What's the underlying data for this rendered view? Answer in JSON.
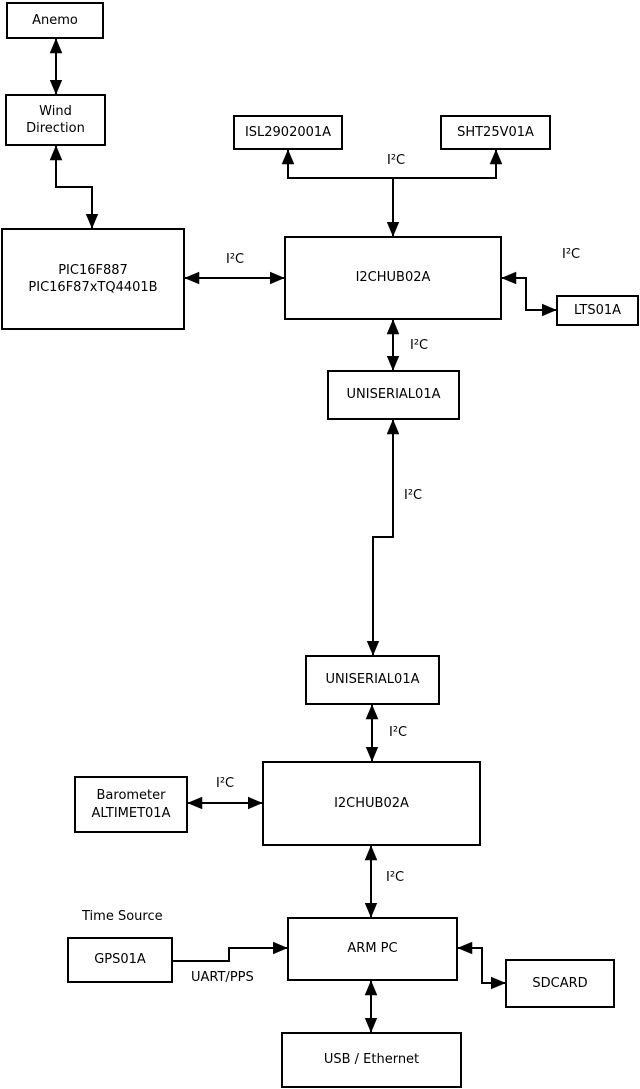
{
  "diagram": {
    "type": "block-diagram",
    "colors": {
      "background": "#ffffff",
      "line": "#000000",
      "text": "#000000"
    },
    "nodes": {
      "anemo": {
        "lines": [
          "Anemo"
        ]
      },
      "wind_direction": {
        "lines": [
          "Wind",
          "Direction"
        ]
      },
      "pic": {
        "lines": [
          "PIC16F887",
          "PIC16F87xTQ4401B"
        ]
      },
      "isl": {
        "lines": [
          "ISL2902001A"
        ]
      },
      "sht": {
        "lines": [
          "SHT25V01A"
        ]
      },
      "i2c_hub_top": {
        "lines": [
          "I2CHUB02A"
        ]
      },
      "lts": {
        "lines": [
          "LTS01A"
        ]
      },
      "uniserial_top": {
        "lines": [
          "UNISERIAL01A"
        ]
      },
      "uniserial_bottom": {
        "lines": [
          "UNISERIAL01A"
        ]
      },
      "i2c_hub_bottom": {
        "lines": [
          "I2CHUB02A"
        ]
      },
      "barometer": {
        "lines": [
          "Barometer",
          "ALTIMET01A"
        ]
      },
      "gps": {
        "lines": [
          "GPS01A"
        ]
      },
      "arm_pc": {
        "lines": [
          "ARM PC"
        ]
      },
      "sdcard": {
        "lines": [
          "SDCARD"
        ]
      },
      "usb_ethernet": {
        "lines": [
          "USB / Ethernet"
        ]
      }
    },
    "labels": {
      "i2c": "I²C",
      "time_source": "Time Source",
      "uart_pps": "UART/PPS"
    },
    "connections": [
      {
        "from": "anemo",
        "to": "wind_direction",
        "bidirectional": true
      },
      {
        "from": "wind_direction",
        "to": "pic",
        "bidirectional": true
      },
      {
        "from": "pic",
        "to": "i2c_hub_top",
        "bidirectional": true,
        "label": "I²C"
      },
      {
        "from": "i2c_hub_top",
        "to": "isl",
        "bidirectional": true,
        "label": "I²C"
      },
      {
        "from": "i2c_hub_top",
        "to": "sht",
        "bidirectional": true,
        "label": "I²C"
      },
      {
        "from": "i2c_hub_top",
        "to": "lts",
        "bidirectional": true,
        "label": "I²C"
      },
      {
        "from": "i2c_hub_top",
        "to": "uniserial_top",
        "bidirectional": true,
        "label": "I²C"
      },
      {
        "from": "uniserial_top",
        "to": "uniserial_bottom",
        "bidirectional": true,
        "label": "I²C"
      },
      {
        "from": "uniserial_bottom",
        "to": "i2c_hub_bottom",
        "bidirectional": true,
        "label": "I²C"
      },
      {
        "from": "i2c_hub_bottom",
        "to": "barometer",
        "bidirectional": true,
        "label": "I²C"
      },
      {
        "from": "i2c_hub_bottom",
        "to": "arm_pc",
        "bidirectional": true,
        "label": "I²C"
      },
      {
        "from": "gps",
        "to": "arm_pc",
        "bidirectional": false,
        "label": "UART/PPS"
      },
      {
        "from": "arm_pc",
        "to": "sdcard",
        "bidirectional": true
      },
      {
        "from": "arm_pc",
        "to": "usb_ethernet",
        "bidirectional": true
      }
    ]
  }
}
